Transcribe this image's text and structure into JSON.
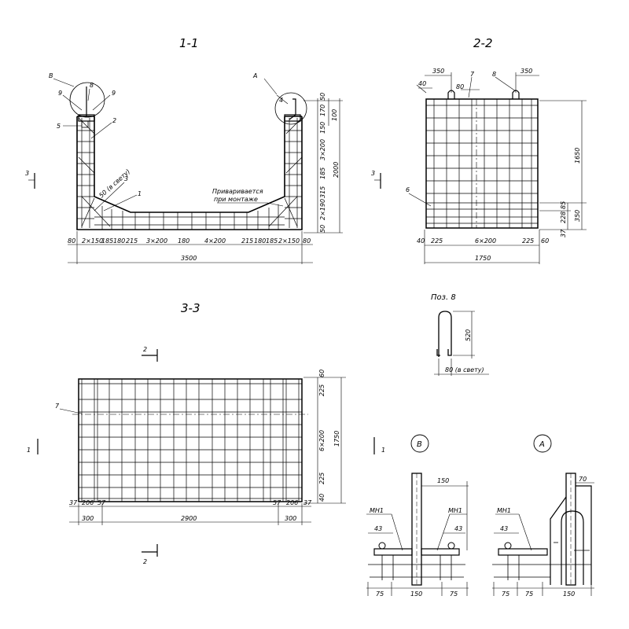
{
  "views": {
    "s11": {
      "title": "1-1",
      "callout_B": "В",
      "callout_A": "А",
      "pos_9a": "9",
      "pos_8": "8",
      "pos_9b": "9",
      "pos_5": "5",
      "pos_2": "2",
      "pos_3": "3",
      "pos_1": "1",
      "pos_4": "4",
      "clear_gap": "50 (в свету)",
      "weld_note_1": "Приваривается",
      "weld_note_2": "при монтаже",
      "section_mark": "3",
      "bottom_dims": [
        "80",
        "2×150",
        "185",
        "180",
        "215",
        "3×200",
        "180",
        "4×200",
        "215",
        "180",
        "185",
        "2×150",
        "80"
      ],
      "overall_width": "3500",
      "right_dims": [
        "50",
        "170",
        "100",
        "150",
        "3×200",
        "185",
        "315",
        "2×190",
        "50"
      ],
      "overall_height": "2000"
    },
    "s22": {
      "title": "2-2",
      "top_dims": [
        "350",
        "80",
        "350",
        "40"
      ],
      "pos_7": "7",
      "pos_8": "8",
      "pos_6": "6",
      "section_mark": "3",
      "right_dims": [
        "1650",
        "85",
        "228",
        "37",
        "350"
      ],
      "bottom_dims": [
        "40",
        "225",
        "6×200",
        "225",
        "60"
      ],
      "overall_width": "1750"
    },
    "pos8": {
      "title": "Поз. 8",
      "height": "520",
      "clear": "80 (в свету)"
    },
    "s33": {
      "title": "3-3",
      "mark_top": "2",
      "mark_left": "1",
      "mark_bottom": "2",
      "pos_7": "7",
      "bottom_dims_1": [
        "37",
        "206",
        "57",
        "57",
        "206",
        "37"
      ],
      "bottom_dims_2": [
        "300",
        "2900",
        "300"
      ],
      "right_dims": [
        "60",
        "225",
        "6×200",
        "225",
        "40"
      ],
      "overall_height": "1750"
    },
    "detailB": {
      "title": "В",
      "mark": "1",
      "mn1_left": "МН1",
      "mn1_right": "МН1",
      "dim_150_top": "150",
      "dim_43_left": "43",
      "dim_43_right": "43",
      "bottom_dims": [
        "75",
        "150",
        "75"
      ]
    },
    "detailA": {
      "title": "А",
      "mn1": "МН1",
      "dim_70": "70",
      "dim_43": "43",
      "bottom_dims": [
        "75",
        "75",
        "150"
      ]
    }
  }
}
